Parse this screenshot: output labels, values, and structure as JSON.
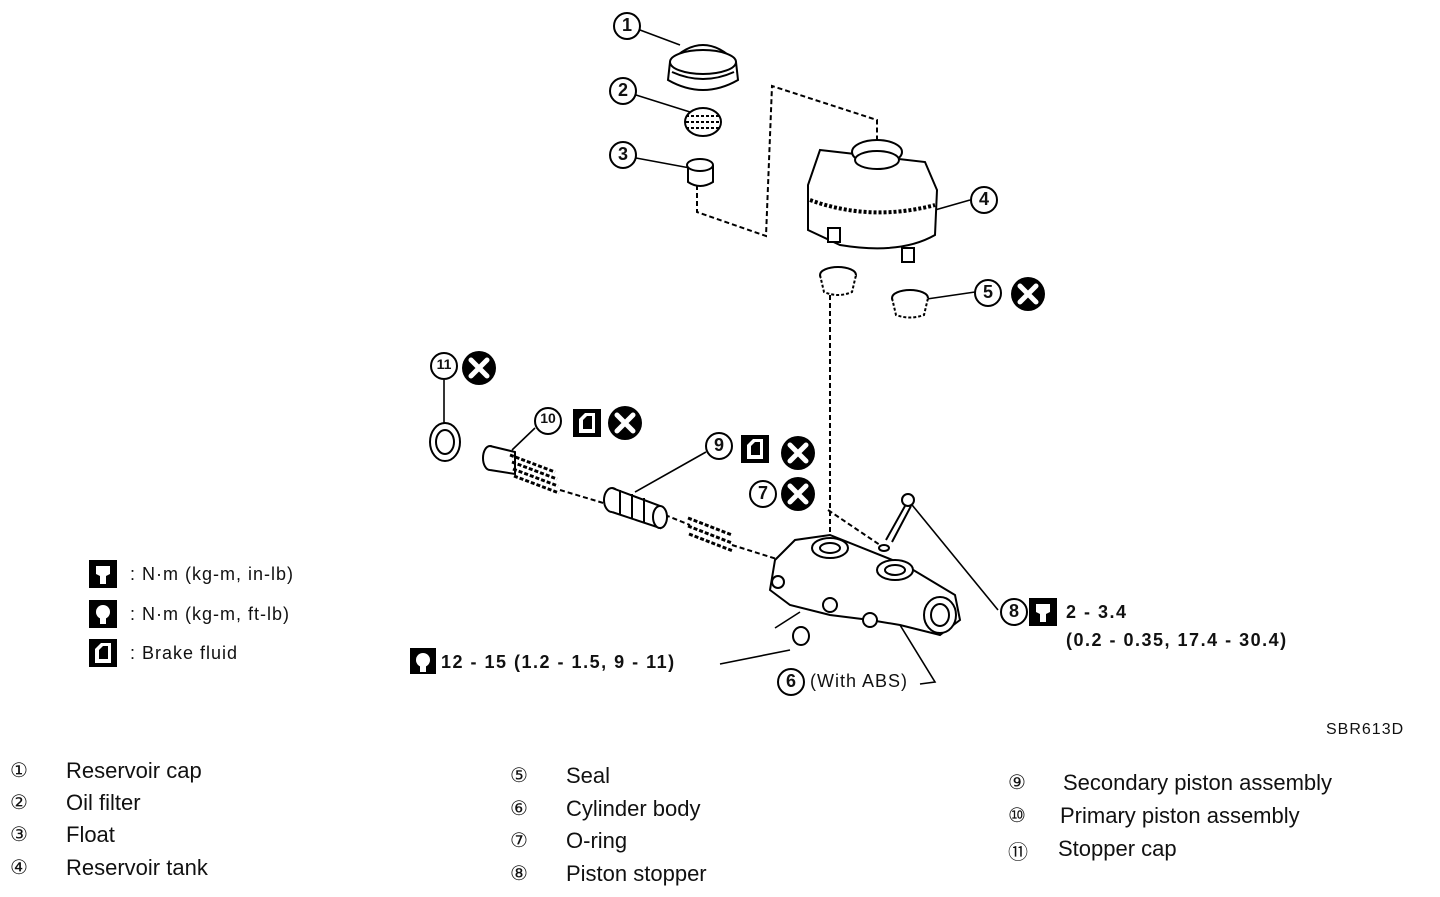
{
  "callouts": [
    "1",
    "2",
    "3",
    "4",
    "5",
    "6",
    "7",
    "8",
    "9",
    "10",
    "11"
  ],
  "legend": [
    {
      "icon": "torque-wrench-icon",
      "text": ": N·m (kg-m, in-lb)"
    },
    {
      "icon": "torque-socket-icon",
      "text": ": N·m (kg-m, ft-lb)"
    },
    {
      "icon": "brake-fluid-icon",
      "text": ": Brake fluid"
    }
  ],
  "specs": {
    "socket_torque": "12 - 15 (1.2 - 1.5, 9 - 11)",
    "with_abs": "(With ABS)",
    "stopper_torque_line1": "2 - 3.4",
    "stopper_torque_line2": "(0.2 - 0.35, 17.4 - 30.4)"
  },
  "figure_code": "SBR613D",
  "parts": [
    {
      "num": "①",
      "name": "Reservoir cap"
    },
    {
      "num": "②",
      "name": "Oil filter"
    },
    {
      "num": "③",
      "name": "Float"
    },
    {
      "num": "④",
      "name": "Reservoir tank"
    },
    {
      "num": "⑤",
      "name": "Seal"
    },
    {
      "num": "⑥",
      "name": "Cylinder body"
    },
    {
      "num": "⑦",
      "name": "O-ring"
    },
    {
      "num": "⑧",
      "name": "Piston stopper"
    },
    {
      "num": "⑨",
      "name": "Secondary piston assembly"
    },
    {
      "num": "⑩",
      "name": "Primary piston assembly"
    },
    {
      "num": "⑪",
      "name": "Stopper cap"
    }
  ]
}
